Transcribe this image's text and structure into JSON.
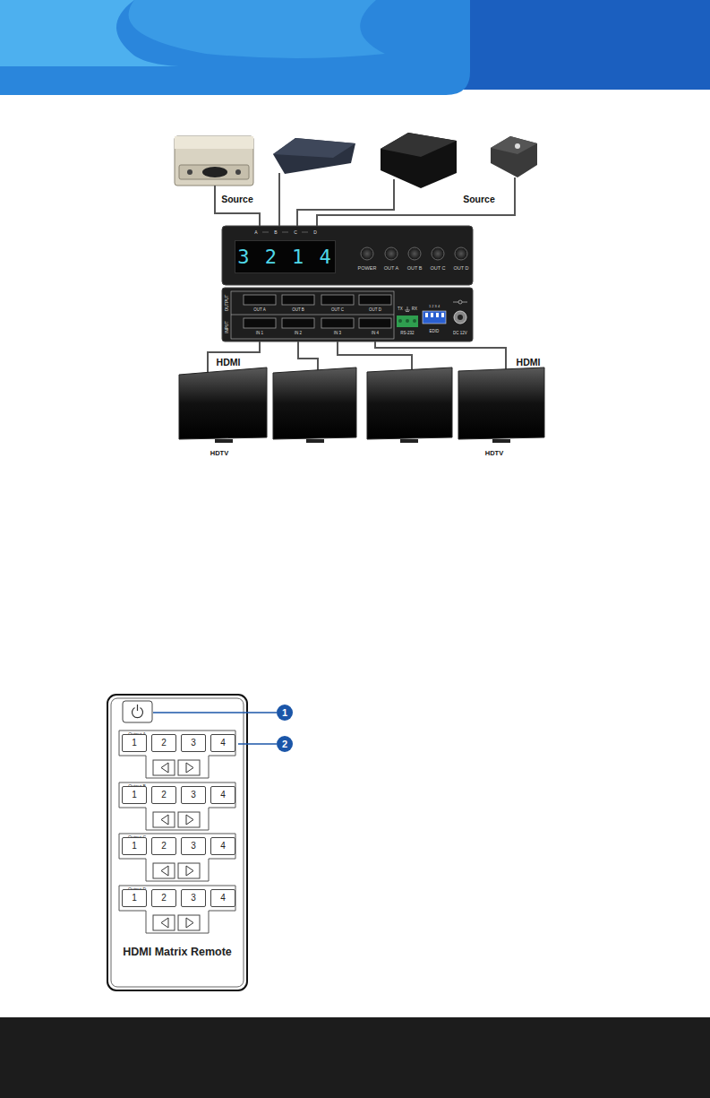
{
  "diagram": {
    "nodes": [
      {
        "text": [
          "POWER",
          "OUT A",
          "OUT B",
          "OUT C",
          "OUT D"
        ]
      },
      {
        "text": [
          "3 2 1 4"
        ],
        "in": 0
      },
      {
        "text": [
          "OUTPUT",
          "OUT A",
          "OUT B",
          "OUT C",
          "OUT D",
          "INPUT",
          "IN 1",
          "IN 2",
          "IN 3",
          "IN 4",
          "TX",
          "RX",
          "RS-232",
          "1 2 3 4",
          "EDID",
          "DC 12V"
        ]
      },
      {
        "text": [
          "HDMI Matrix Remote"
        ]
      },
      {
        "text": [
          "Output A"
        ],
        "in": 3
      },
      {
        "text": [
          "1"
        ],
        "in": 4
      },
      {
        "text": [
          "2"
        ],
        "in": 4
      },
      {
        "text": [
          "3"
        ],
        "in": 4
      },
      {
        "text": [
          "4"
        ],
        "in": 4
      },
      {
        "text": [
          "Output B"
        ],
        "in": 3
      },
      {
        "text": [
          "1"
        ],
        "in": 9
      },
      {
        "text": [
          "2"
        ],
        "in": 9
      },
      {
        "text": [
          "3"
        ],
        "in": 9
      },
      {
        "text": [
          "4"
        ],
        "in": 9
      },
      {
        "text": [
          "Output C"
        ],
        "in": 3
      },
      {
        "text": [
          "1"
        ],
        "in": 14
      },
      {
        "text": [
          "2"
        ],
        "in": 14
      },
      {
        "text": [
          "3"
        ],
        "in": 14
      },
      {
        "text": [
          "4"
        ],
        "in": 14
      },
      {
        "text": [
          "Output D"
        ],
        "in": 3
      },
      {
        "text": [
          "1"
        ],
        "in": 19
      },
      {
        "text": [
          "2"
        ],
        "in": 19
      },
      {
        "text": [
          "3"
        ],
        "in": 19
      },
      {
        "text": [
          "4"
        ],
        "in": 19
      }
    ],
    "labels": [
      "Source",
      "Source",
      "A",
      "B",
      "C",
      "D",
      "HDMI",
      "HDMI",
      "HDTV",
      "HDTV",
      "1",
      "2"
    ]
  }
}
